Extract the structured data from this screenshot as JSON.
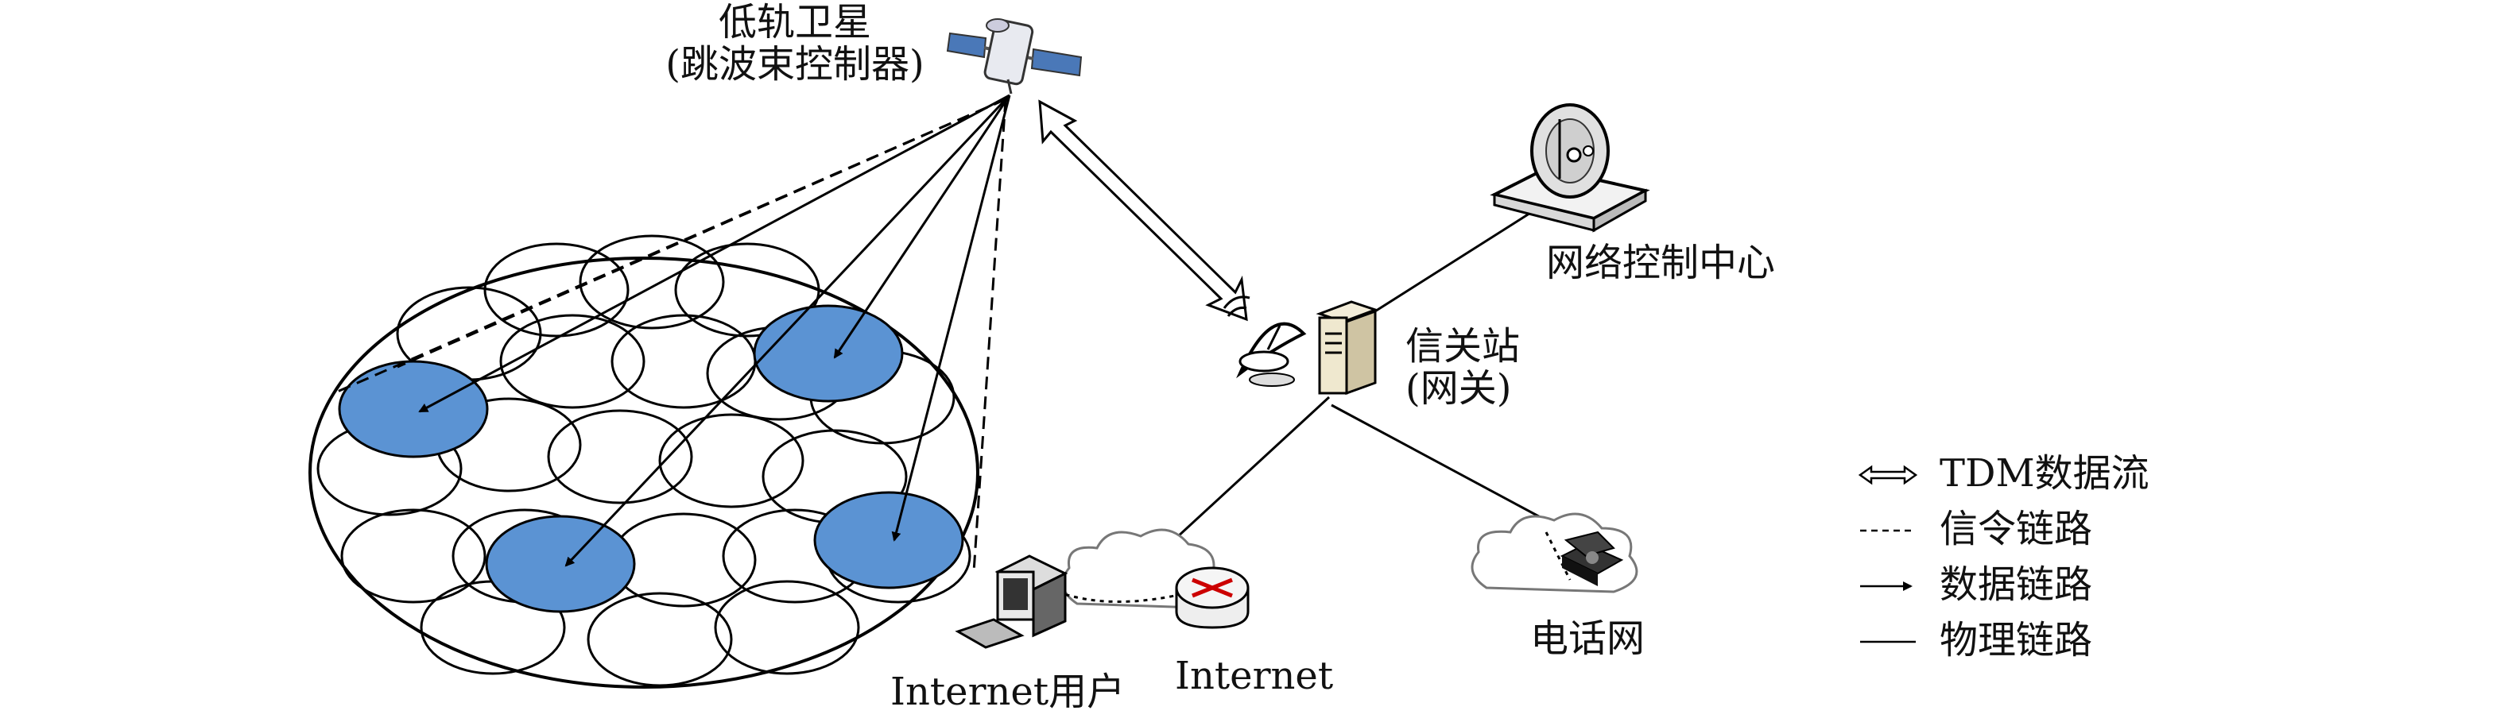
{
  "labels": {
    "satellite_line1": "低轨卫星",
    "satellite_line2": "(跳波束控制器)",
    "ncc": "网络控制中心",
    "gateway_line1": "信关站",
    "gateway_line2": "(网关)",
    "internet_user": "Internet用户",
    "internet": "Internet",
    "telephone_network": "电话网"
  },
  "legend": {
    "items": [
      {
        "id": "tdm",
        "label": "TDM数据流",
        "style": "double-arrow"
      },
      {
        "id": "signal",
        "label": "信令链路",
        "style": "dashed"
      },
      {
        "id": "data",
        "label": "数据链路",
        "style": "arrow"
      },
      {
        "id": "physical",
        "label": "物理链路",
        "style": "solid"
      }
    ]
  },
  "colors": {
    "beam_fill": "#5b93d3",
    "line": "#000000",
    "satellite_panel": "#4a78b8",
    "background": "#ffffff"
  }
}
